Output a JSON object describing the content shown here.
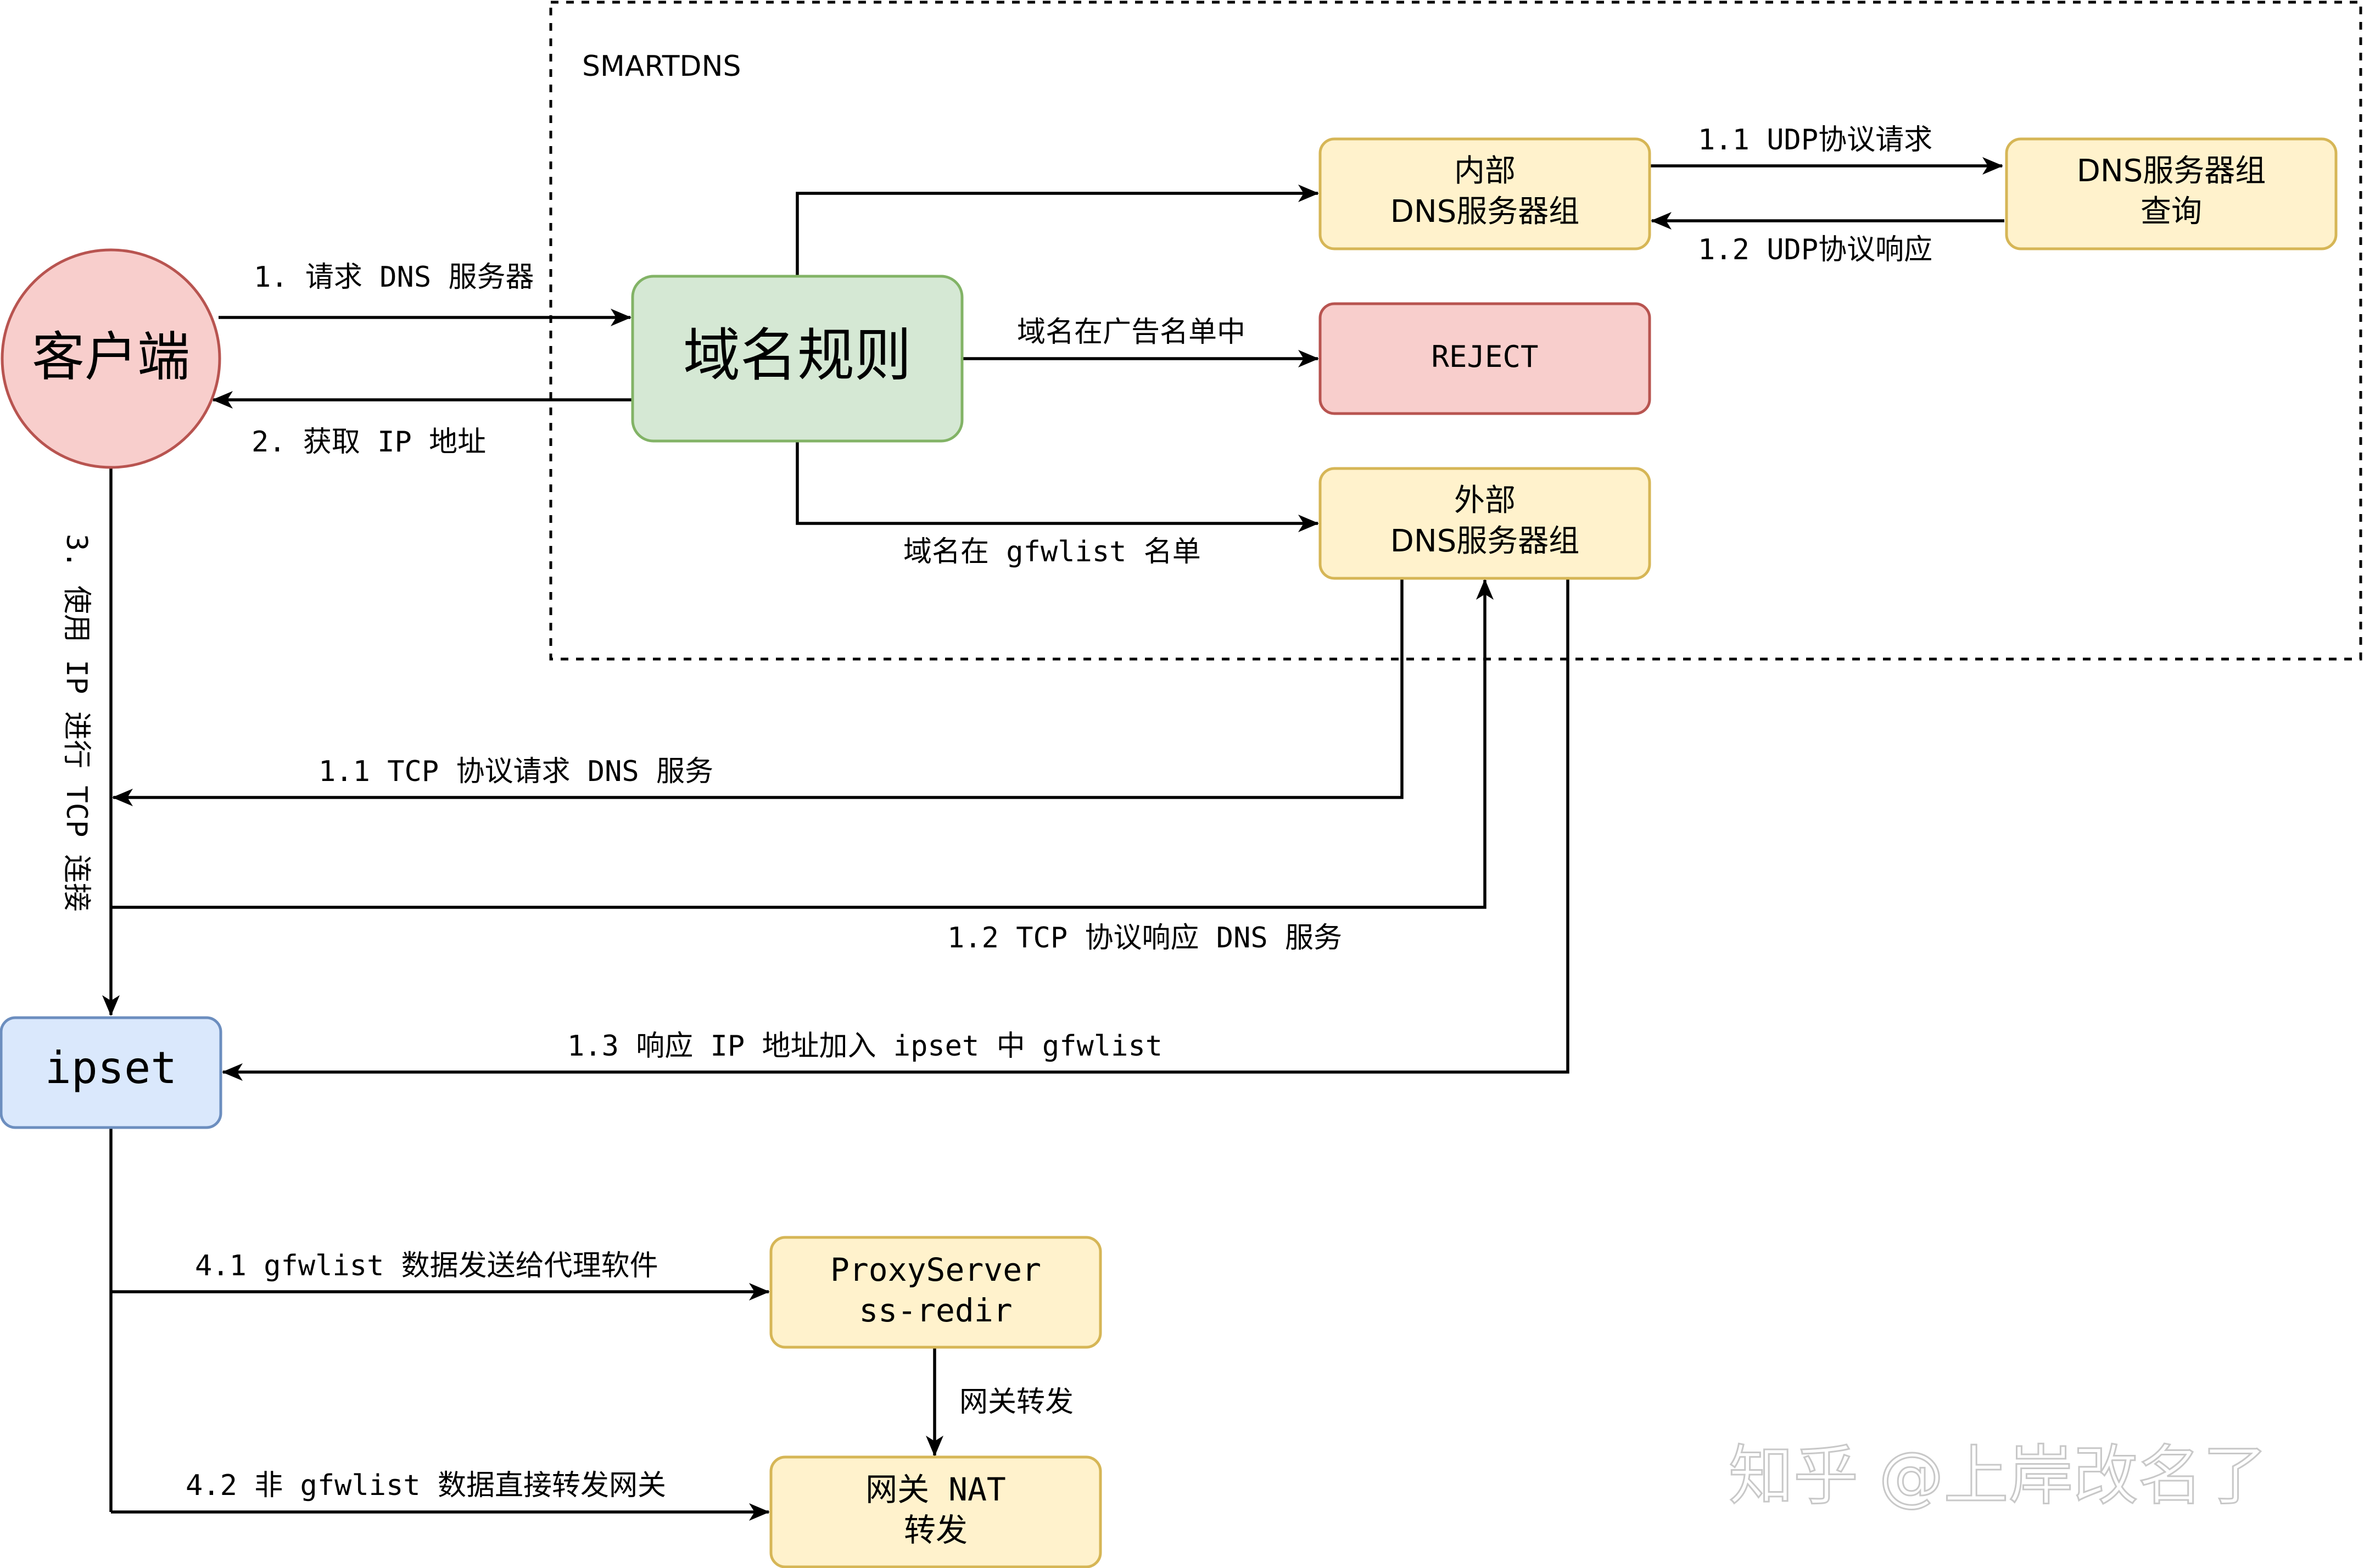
{
  "smartdns_label": "SMARTDNS",
  "nodes": {
    "client": "客户端",
    "domain_rules": "域名规则",
    "inner_dns": [
      "内部",
      "DNS服务器组"
    ],
    "dns_query": [
      "DNS服务器组",
      "查询"
    ],
    "reject": "REJECT",
    "outer_dns": [
      "外部",
      "DNS服务器组"
    ],
    "ipset": "ipset",
    "proxy": [
      "ProxyServer",
      "ss-redir"
    ],
    "gateway": [
      "网关 NAT",
      "转发"
    ]
  },
  "edges": {
    "request_dns": "1. 请求 DNS 服务器",
    "get_ip": "2. 获取 IP 地址",
    "udp_request": "1.1 UDP协议请求",
    "udp_response": "1.2 UDP协议响应",
    "in_ad_list": "域名在广告名单中",
    "in_gfwlist": "域名在 gfwlist 名单",
    "use_ip_tcp": "3. 使用 IP 进行 TCP 连接",
    "tcp_request": "1.1 TCP 协议请求 DNS 服务",
    "tcp_response": "1.2 TCP 协议响应 DNS 服务",
    "add_to_ipset": "1.3 响应 IP 地址加入 ipset 中 gfwlist",
    "gfwlist_to_proxy": "4.1 gfwlist 数据发送给代理软件",
    "gateway_forward": "网关转发",
    "non_gfwlist": "4.2 非 gfwlist 数据直接转发网关"
  },
  "watermark": "知乎 @上岸改名了",
  "colors": {
    "yellow_fill": "#fff2cc",
    "yellow_stroke": "#d6b656",
    "green_fill": "#d5e8d4",
    "green_stroke": "#82b366",
    "red_fill": "#f8cecc",
    "red_stroke": "#b85450",
    "blue_fill": "#dae8fc",
    "blue_stroke": "#6c8ebf"
  }
}
